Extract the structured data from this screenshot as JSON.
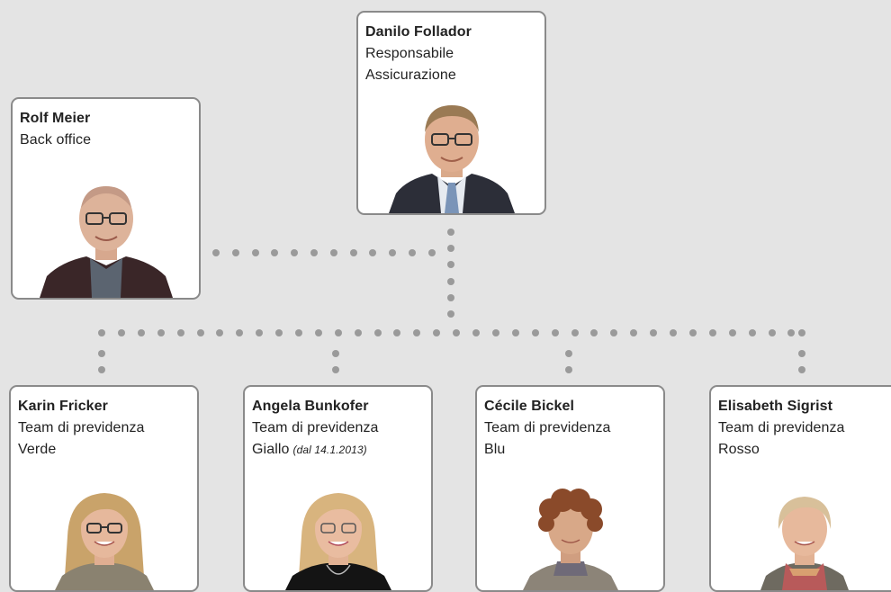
{
  "colors": {
    "background": "#e4e4e4",
    "card_border": "#8a8a8a",
    "dots": "#9a9a9a",
    "text": "#222222"
  },
  "people": {
    "head": {
      "name": "Danilo Follador",
      "role1": "Responsabile",
      "role2": "Assicurazione",
      "photo": "portrait-man-suit-glasses"
    },
    "backoffice": {
      "name": "Rolf Meier",
      "role1": "Back office",
      "photo": "portrait-bald-man-glasses"
    },
    "team1": {
      "name": "Karin Fricker",
      "role1": "Team di previdenza",
      "role2": "Verde",
      "photo": "portrait-blonde-woman-glasses"
    },
    "team2": {
      "name": "Angela Bunkofer",
      "role1": "Team di previdenza",
      "role2": "Giallo",
      "note": "(dal 14.1.2013)",
      "photo": "portrait-blonde-woman-black-top"
    },
    "team3": {
      "name": "Cécile Bickel",
      "role1": "Team di previdenza",
      "role2": "Blu",
      "photo": "portrait-curly-hair-woman"
    },
    "team4": {
      "name": "Elisabeth Sigrist",
      "role1": "Team di previdenza",
      "role2": "Rosso",
      "photo": "portrait-short-blonde-woman-scarf"
    }
  }
}
